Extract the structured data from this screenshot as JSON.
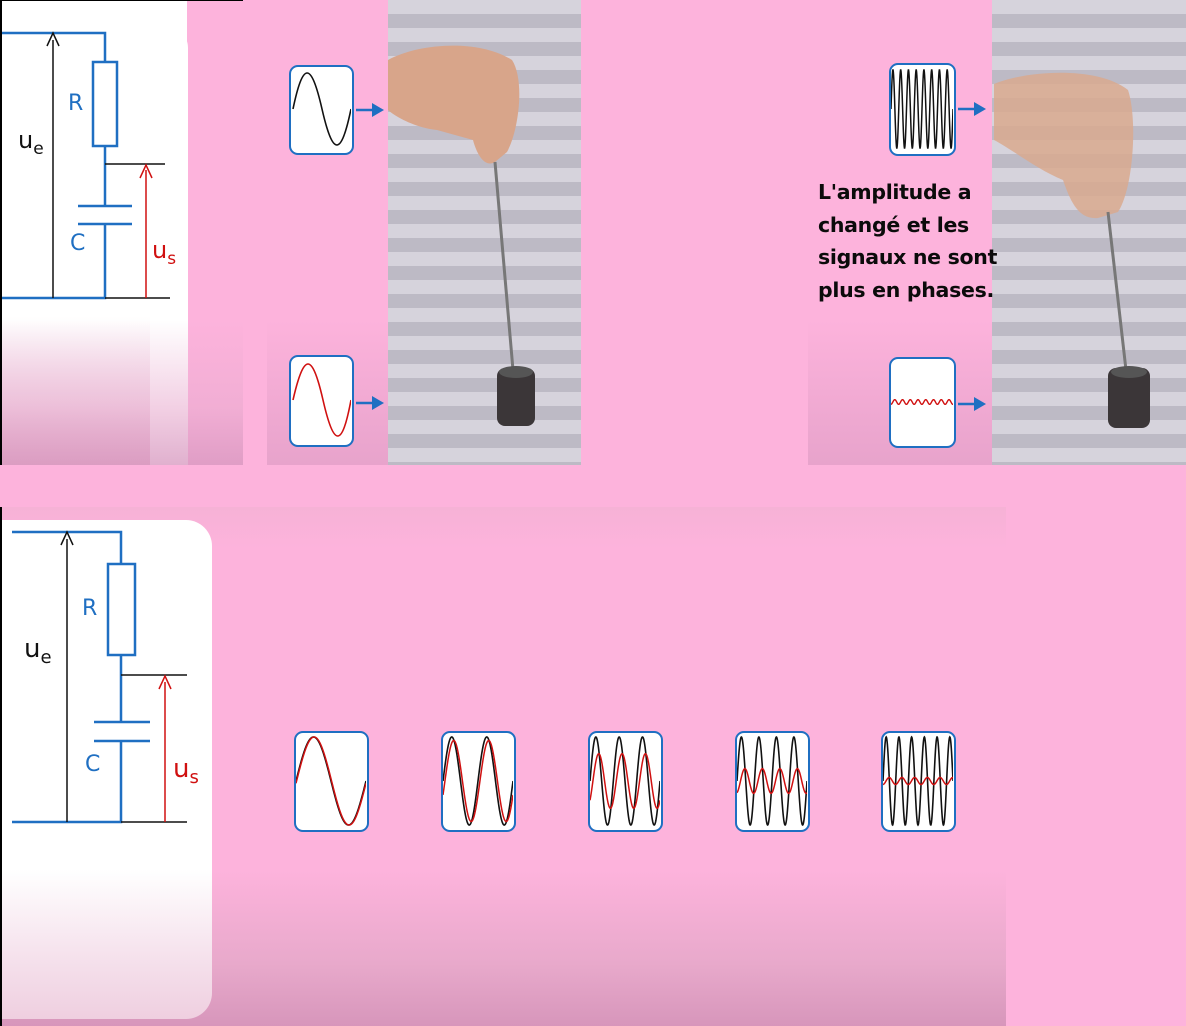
{
  "circuit_top": {
    "input_voltage_label": "u",
    "input_voltage_sub": "e",
    "output_voltage_label": "u",
    "output_voltage_sub": "s",
    "resistor_label": "R",
    "capacitor_label": "C"
  },
  "circuit_bottom": {
    "input_voltage_label": "u",
    "input_voltage_sub": "e",
    "output_voltage_label": "u",
    "output_voltage_sub": "s",
    "resistor_label": "R",
    "capacitor_label": "C"
  },
  "annotation": {
    "line1": "L'amplitude a",
    "line2": "changé et les",
    "line3": "signaux ne sont",
    "line4": "plus en phases."
  },
  "colors": {
    "background": "#fdb3dc",
    "circuit_blue": "#1f6fc2",
    "output_red": "#d01010",
    "input_wave_black": "#111111",
    "photo_bg": "#c9c6d0"
  },
  "frequency_sweep": {
    "input_periods": [
      1,
      2,
      3,
      4,
      5.5
    ],
    "output_amplitude_ratio": [
      1,
      0.92,
      0.62,
      0.28,
      0.08
    ],
    "output_phase_lag_deg": [
      3,
      20,
      45,
      72,
      85
    ]
  }
}
